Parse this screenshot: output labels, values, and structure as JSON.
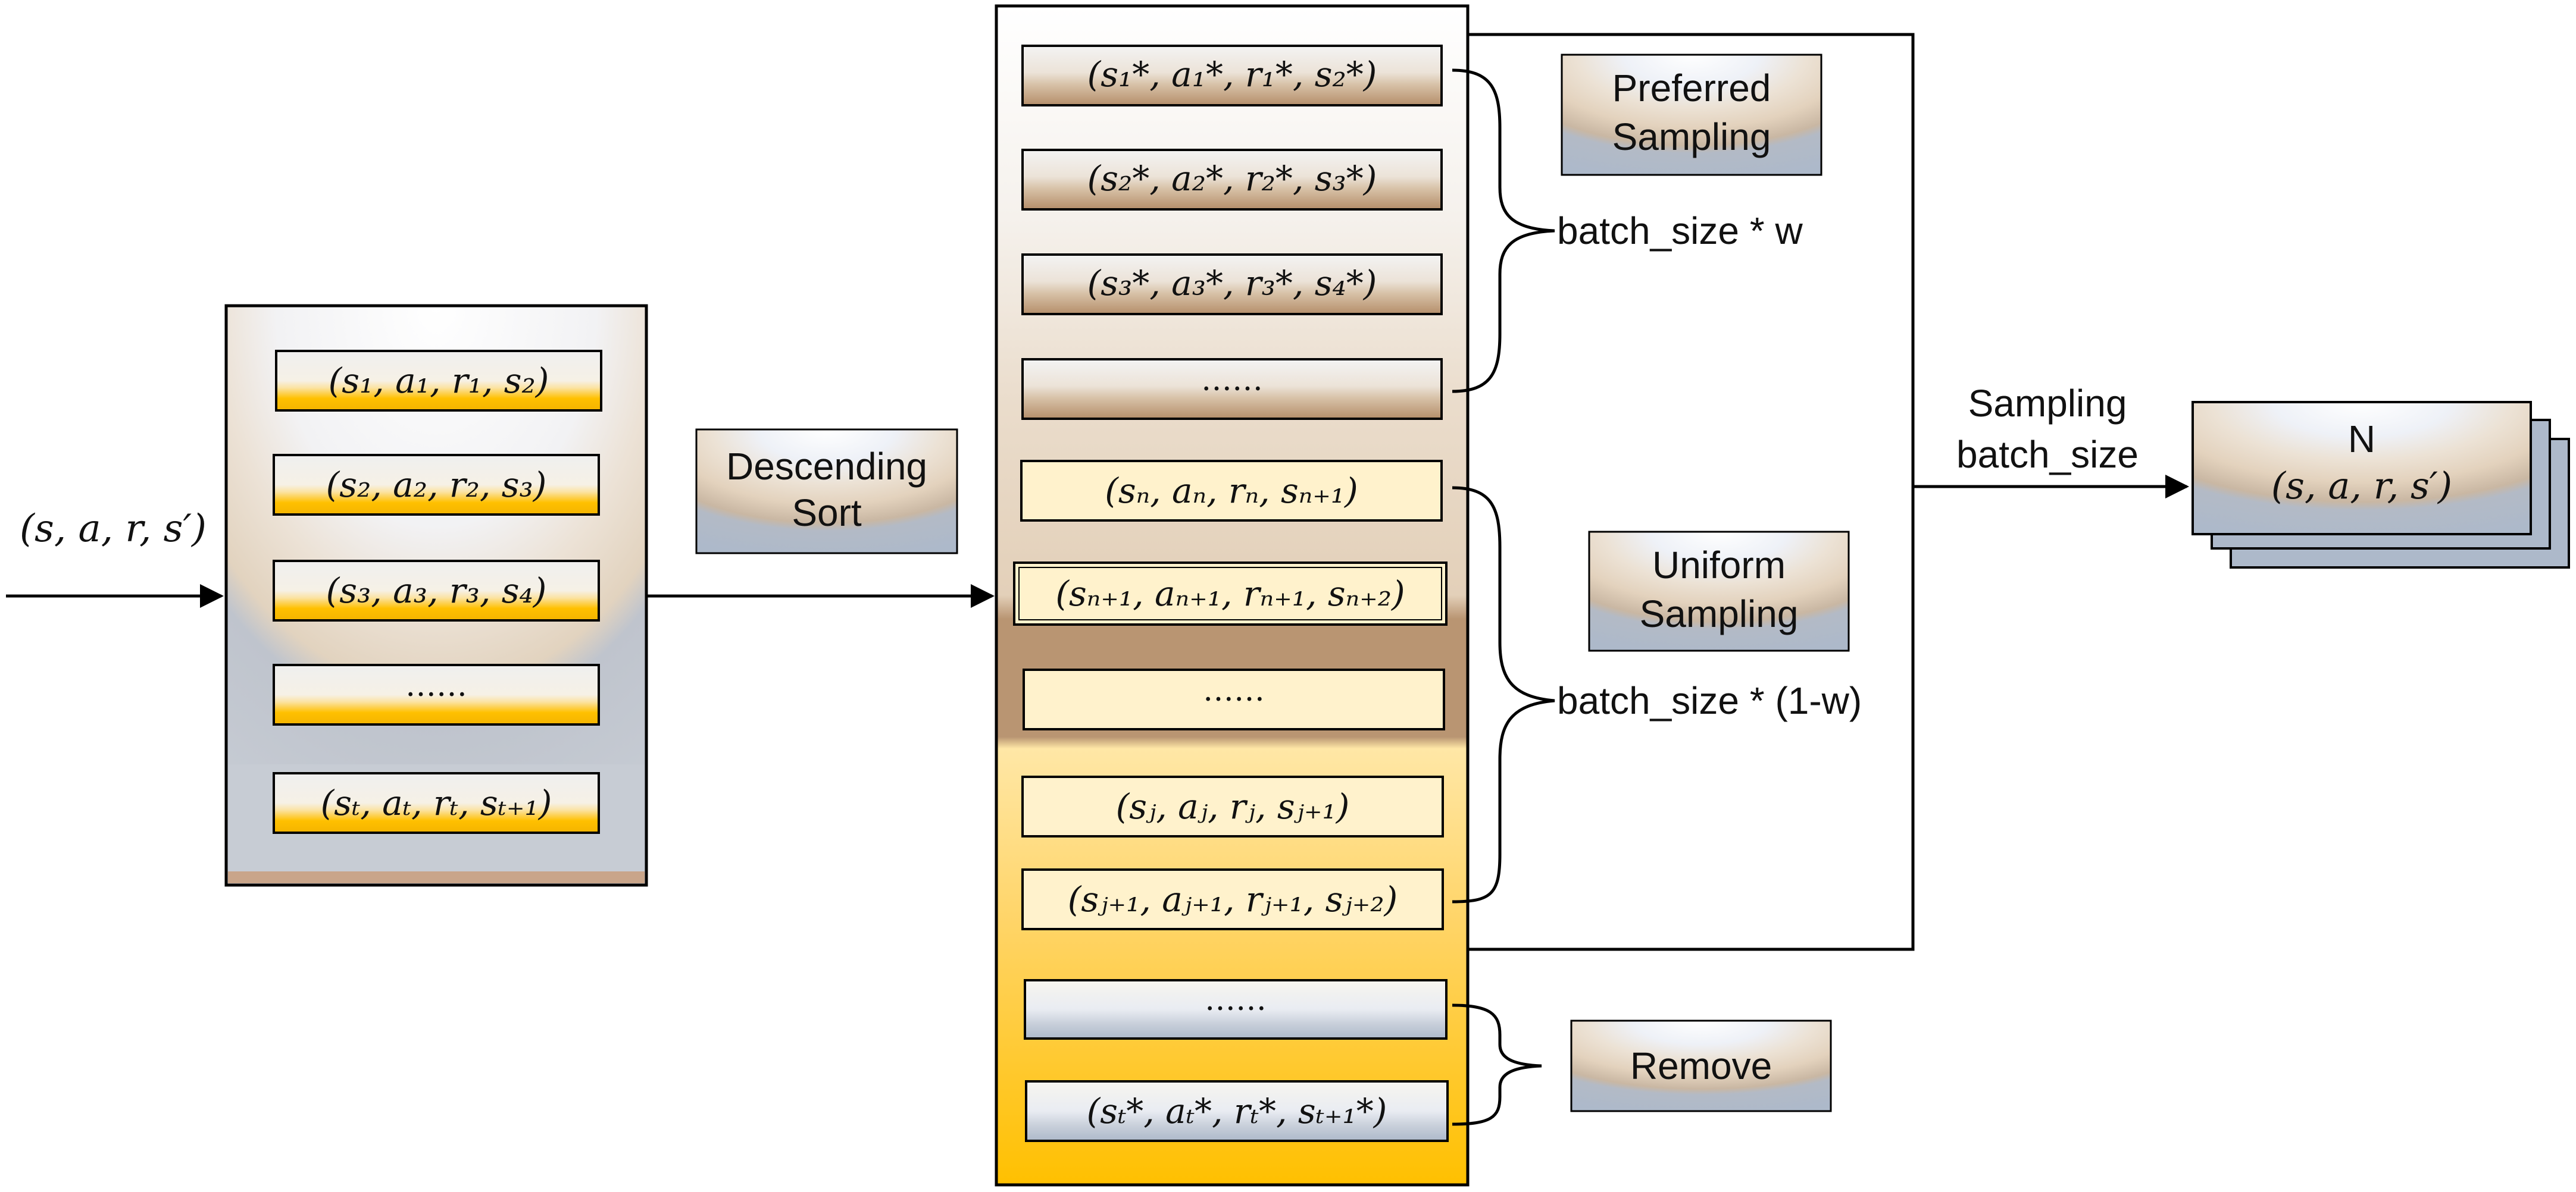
{
  "input_label": "(s, a, r, s′)",
  "left_buffer": {
    "items": [
      "(s₁, a₁, r₁, s₂)",
      "(s₂, a₂, r₂, s₃)",
      "(s₃, a₃, r₃, s₄)",
      "……",
      "(sₜ, aₜ, rₜ, sₜ₊₁)"
    ]
  },
  "descending_sort": {
    "line1": "Descending",
    "line2": "Sort"
  },
  "sorted_buffer": {
    "preferred": [
      "(s₁*, a₁*, r₁*, s₂*)",
      "(s₂*, a₂*, r₂*, s₃*)",
      "(s₃*, a₃*, r₃*, s₄*)",
      "……"
    ],
    "uniform": [
      "(sₙ, aₙ, rₙ, sₙ₊₁)",
      "(sₙ₊₁, aₙ₊₁, rₙ₊₁, sₙ₊₂)",
      "……",
      "(sⱼ, aⱼ, rⱼ, sⱼ₊₁)",
      "(sⱼ₊₁, aⱼ₊₁, rⱼ₊₁, sⱼ₊₂)"
    ],
    "remove": [
      "……",
      "(sₜ*, aₜ*, rₜ*, sₜ₊₁*)"
    ]
  },
  "preferred_sampling": {
    "line1": "Preferred",
    "line2": "Sampling"
  },
  "uniform_sampling": {
    "line1": "Uniform",
    "line2": "Sampling"
  },
  "remove_label": "Remove",
  "batch_w": "batch_size * w",
  "batch_1w": "batch_size * (1-w)",
  "sampling_batch": {
    "line1": "Sampling",
    "line2": "batch_size"
  },
  "output_stack": {
    "line1": "N",
    "line2": "(s, a, r, s′)"
  },
  "colors": {
    "gold": "#ffc000",
    "tan": "#b99572",
    "cream": "#fff2cc",
    "gray": "#adb9ca",
    "line": "#000000"
  }
}
